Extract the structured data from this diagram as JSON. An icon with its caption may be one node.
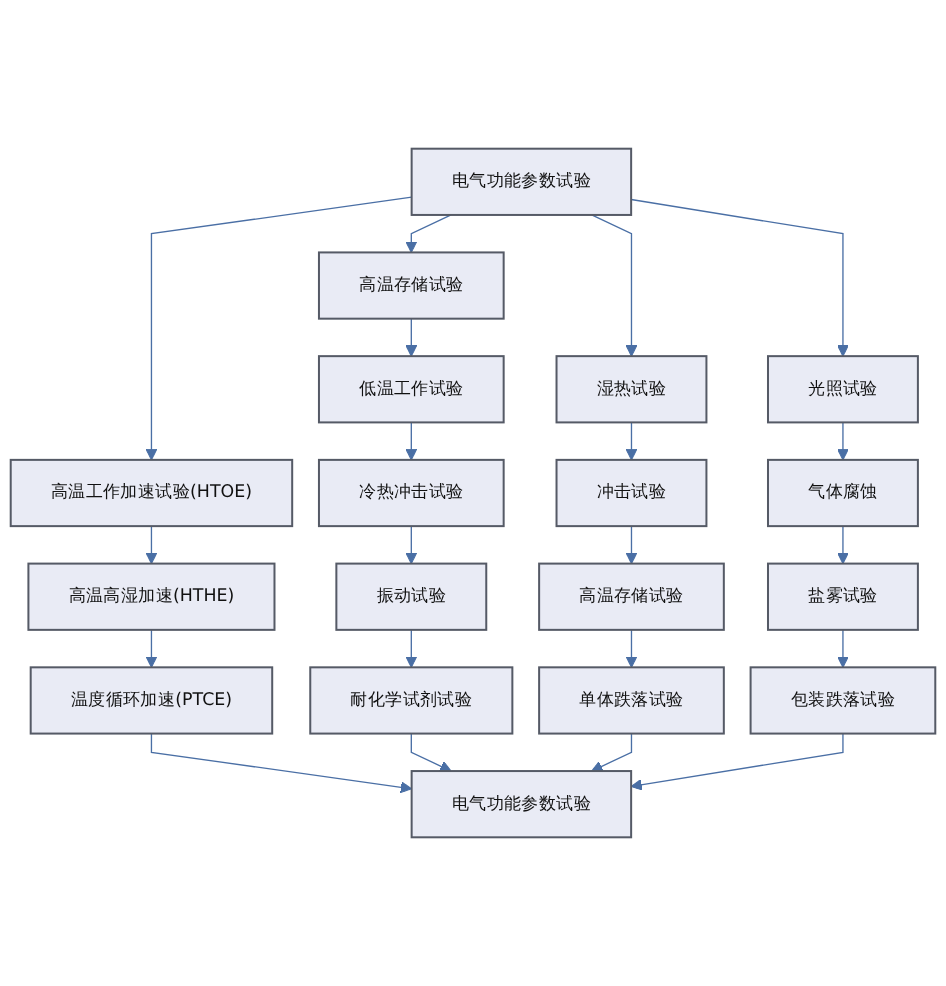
{
  "diagram": {
    "nodes": [
      {
        "text": [
          "电气功能参数试验"
        ]
      },
      {
        "text": [
          "高温工作加速试验(HTOE)"
        ]
      },
      {
        "text": [
          "高温高湿加速(HTHE)"
        ]
      },
      {
        "text": [
          "温度循环加速(PTCE)"
        ]
      },
      {
        "text": [
          "高温存储试验"
        ]
      },
      {
        "text": [
          "低温工作试验"
        ]
      },
      {
        "text": [
          "冷热冲击试验"
        ]
      },
      {
        "text": [
          "振动试验"
        ]
      },
      {
        "text": [
          "耐化学试剂试验"
        ]
      },
      {
        "text": [
          "湿热试验"
        ]
      },
      {
        "text": [
          "冲击试验"
        ]
      },
      {
        "text": [
          "高温存储试验"
        ]
      },
      {
        "text": [
          "单体跌落试验"
        ]
      },
      {
        "text": [
          "光照试验"
        ]
      },
      {
        "text": [
          "气体腐蚀"
        ]
      },
      {
        "text": [
          "盐雾试验"
        ]
      },
      {
        "text": [
          "包装跌落试验"
        ]
      },
      {
        "text": [
          "电气功能参数试验"
        ]
      }
    ],
    "edges": [
      {
        "from": 0,
        "to": 1,
        "arrow": "to"
      },
      {
        "from": 0,
        "to": 4,
        "arrow": "to"
      },
      {
        "from": 0,
        "to": 9,
        "arrow": "to"
      },
      {
        "from": 0,
        "to": 13,
        "arrow": "to"
      },
      {
        "from": 1,
        "to": 2,
        "arrow": "to"
      },
      {
        "from": 2,
        "to": 3,
        "arrow": "to"
      },
      {
        "from": 4,
        "to": 5,
        "arrow": "to"
      },
      {
        "from": 5,
        "to": 6,
        "arrow": "to"
      },
      {
        "from": 6,
        "to": 7,
        "arrow": "to"
      },
      {
        "from": 7,
        "to": 8,
        "arrow": "to"
      },
      {
        "from": 9,
        "to": 10,
        "arrow": "to"
      },
      {
        "from": 10,
        "to": 11,
        "arrow": "to"
      },
      {
        "from": 11,
        "to": 12,
        "arrow": "to"
      },
      {
        "from": 13,
        "to": 14,
        "arrow": "to"
      },
      {
        "from": 14,
        "to": 15,
        "arrow": "to"
      },
      {
        "from": 15,
        "to": 16,
        "arrow": "to"
      },
      {
        "from": 3,
        "to": 17,
        "arrow": "to"
      },
      {
        "from": 8,
        "to": 17,
        "arrow": "to"
      },
      {
        "from": 12,
        "to": 17,
        "arrow": "to"
      },
      {
        "from": 16,
        "to": 17,
        "arrow": "to"
      }
    ]
  }
}
